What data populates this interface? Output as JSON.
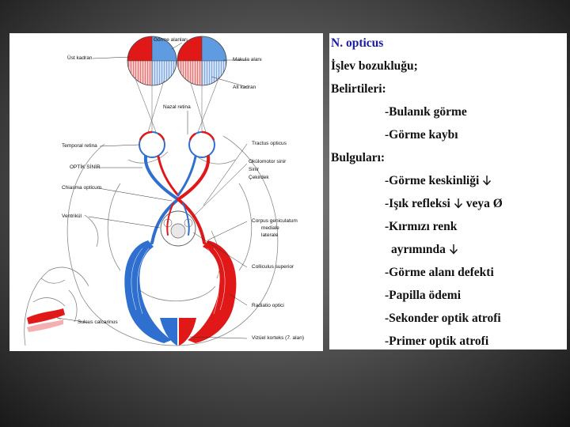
{
  "figure": {
    "labels": {
      "gorme_alanlari": "Görme alanları",
      "ust_kadran": "Üst kadran",
      "makula_alani": "Makula alanı",
      "alt_kadran": "Alt kadran",
      "nazal_retina": "Nazal retina",
      "temporal_retina": "Temporal retina",
      "optik_sinir": "OPTİK SİNİR",
      "chiasma_opticum": "Chiasma opticum",
      "ventrikul": "Ventrikül",
      "tractus_opticus": "Tractus opticus",
      "okulomotor_sinir": "Okülomotor sinir",
      "sinir": "Sinir",
      "cekirdek": "Çekirdek",
      "corpus_geniculatum": "Corpus geniculatum",
      "mediale": "mediale",
      "laterale": "laterale",
      "colliculus_superior": "Colliculus superior",
      "radiatio_optici": "Radiatio optici",
      "sulcus_calcarinus": "Sulcus calcarinus",
      "visual_korteks": "Vizüel korteks (7. alan)"
    }
  },
  "notes": {
    "title": "N. opticus",
    "line1": "İşlev bozukluğu;",
    "line2": "Belirtileri:",
    "line3": "-Bulanık görme",
    "line4": "-Görme kaybı",
    "line5": "Bulguları:",
    "line6": "-Görme keskinliği",
    "line7a": "-Işık refleksi",
    "line7b": "veya Ø",
    "line8": "-Kırmızı renk",
    "line9": "ayrımında",
    "line10": "-Görme alanı defekti",
    "line11": "-Papilla ödemi",
    "line12": "-Sekonder optik atrofi",
    "line13": "-Primer optik atrofi"
  },
  "colors": {
    "red": "#e01818",
    "blue": "#2f6fd0",
    "light_red": "#f4b0b0",
    "light_blue": "#a8c8ef",
    "brain_outline": "#888888",
    "title_blue": "#1a1aa6"
  },
  "icons": [
    "down-arrow-icon"
  ]
}
